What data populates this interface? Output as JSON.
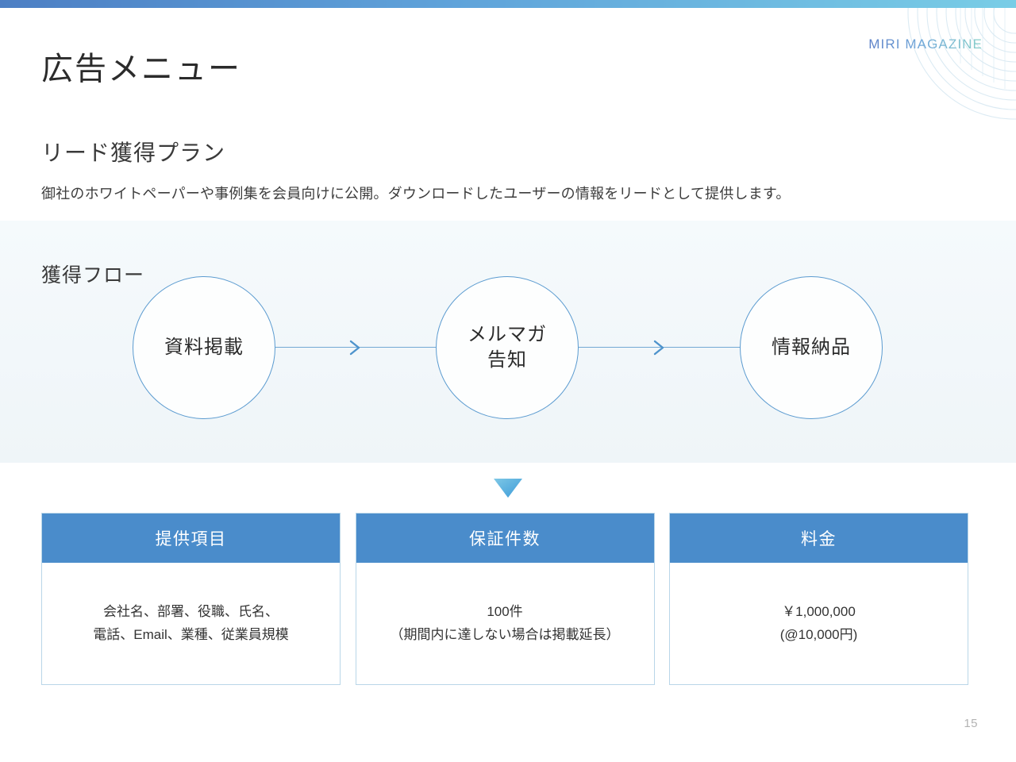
{
  "slide": {
    "title": "広告メニュー",
    "page_number": "15",
    "brand_logo": "MIRI MAGAZINE",
    "accent_color": "#4a8ccb",
    "topbar_gradient_from": "#4d7fc4",
    "topbar_gradient_to": "#79cde6"
  },
  "lead_section": {
    "heading": "リード獲得プラン",
    "description": "御社のホワイトペーパーや事例集を会員向けに公開。ダウンロードしたユーザーの情報をリードとして提供します。"
  },
  "flow_section": {
    "heading": "獲得フロー",
    "steps": [
      {
        "label_line1": "資料掲載",
        "label_line2": ""
      },
      {
        "label_line1": "メルマガ",
        "label_line2": "告知"
      },
      {
        "label_line1": "情報納品",
        "label_line2": ""
      }
    ],
    "connector_icon": "chevron-right-icon",
    "flow_down_icon": "triangle-down-icon"
  },
  "spec_table": {
    "columns": [
      {
        "header": "提供項目",
        "body_line1": "会社名、部署、役職、氏名、",
        "body_line2": "電話、Email、業種、従業員規模"
      },
      {
        "header": "保証件数",
        "body_line1": "100件",
        "body_line2": "（期間内に達しない場合は掲載延長）"
      },
      {
        "header": "料金",
        "body_line1": "￥1,000,000",
        "body_line2": "(@10,000円)"
      }
    ]
  }
}
